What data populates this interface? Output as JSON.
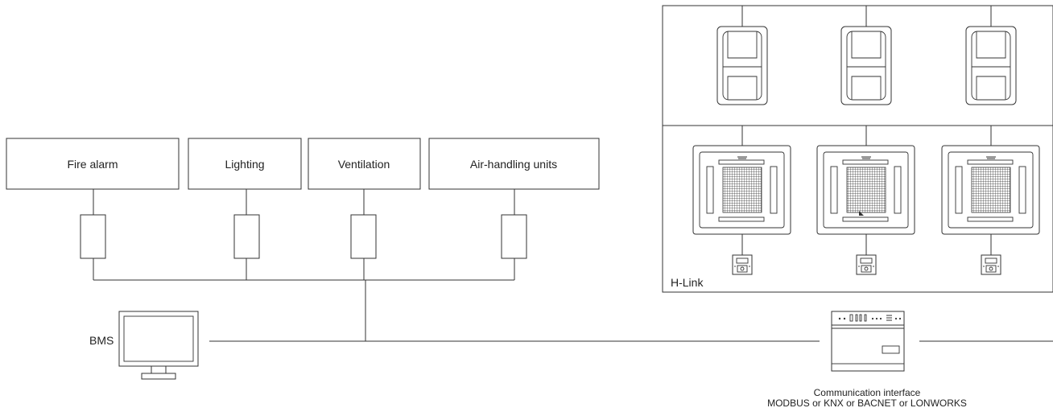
{
  "subsystems": [
    {
      "label": "Fire alarm"
    },
    {
      "label": "Lighting"
    },
    {
      "label": "Ventilation"
    },
    {
      "label": "Air-handling units"
    }
  ],
  "bms_label": "BMS",
  "h_link_label": "H-Link",
  "interface": {
    "title": "Communication interface",
    "protocols": "MODBUS or KNX or BACNET or LONWORKS"
  },
  "indoor_units": {
    "wall_mounted_count": 3,
    "cassette_count": 3,
    "remote_controller_count": 3
  }
}
